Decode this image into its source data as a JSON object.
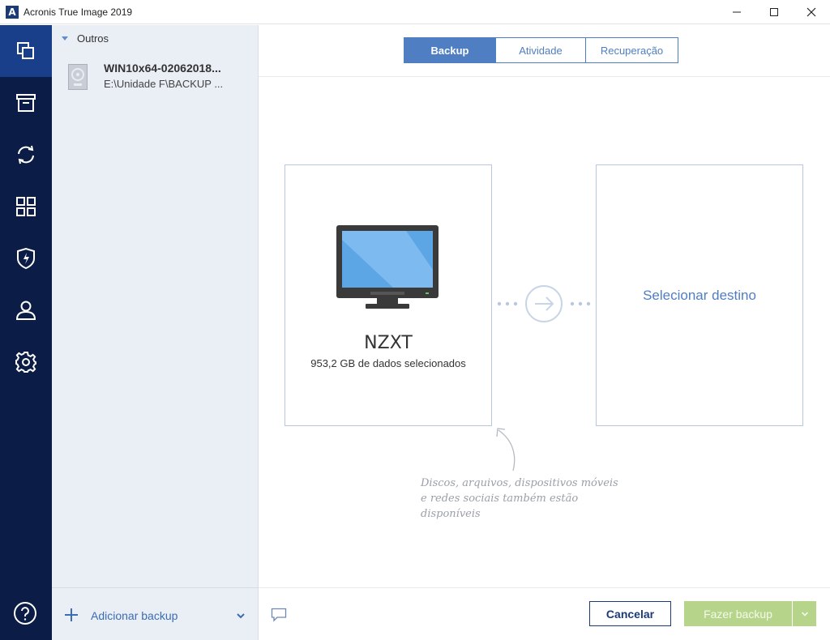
{
  "window": {
    "title": "Acronis True Image 2019",
    "logo_letter": "A"
  },
  "sidebar": {
    "items": [
      {
        "name": "backup",
        "icon": "copy-icon",
        "active": true
      },
      {
        "name": "archive",
        "icon": "archive-box-icon"
      },
      {
        "name": "sync",
        "icon": "sync-icon"
      },
      {
        "name": "tools",
        "icon": "grid-icon"
      },
      {
        "name": "protection",
        "icon": "shield-bolt-icon"
      },
      {
        "name": "account",
        "icon": "user-icon"
      },
      {
        "name": "settings",
        "icon": "gear-icon"
      }
    ],
    "help_icon": "help-circle-icon"
  },
  "backup_list": {
    "group_label": "Outros",
    "items": [
      {
        "name": "WIN10x64-02062018...",
        "path": "E:\\Unidade F\\BACKUP ..."
      }
    ],
    "add_label": "Adicionar backup"
  },
  "tabs": [
    {
      "label": "Backup",
      "active": true
    },
    {
      "label": "Atividade"
    },
    {
      "label": "Recuperação"
    }
  ],
  "source": {
    "name": "NZXT",
    "info": "953,2 GB de dados selecionados"
  },
  "destination": {
    "label": "Selecionar destino"
  },
  "hint": {
    "line1": "Discos, arquivos, dispositivos móveis",
    "line2": "e redes sociais também estão",
    "line3": "disponíveis"
  },
  "footer": {
    "cancel_label": "Cancelar",
    "backup_label": "Fazer backup"
  },
  "colors": {
    "rail_bg": "#0b1d46",
    "rail_active": "#1a3f8a",
    "accent": "#4f7ec2",
    "backup_button": "#b7d58a"
  }
}
